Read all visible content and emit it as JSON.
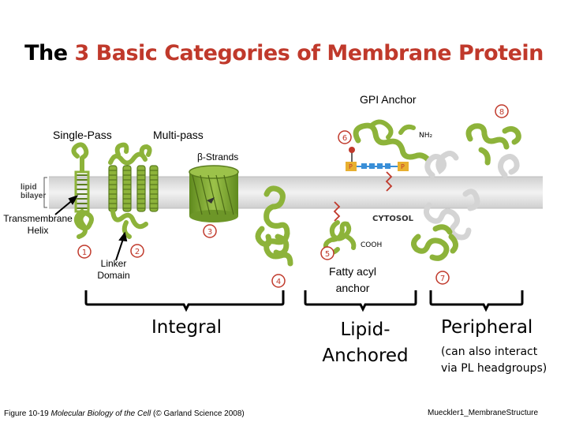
{
  "title": {
    "part1": "The",
    "part2": "3 Basic Categories of Membrane Protein"
  },
  "labels": {
    "gpi_anchor": "GPI Anchor",
    "single_pass": "Single-Pass",
    "multi_pass": "Multi-pass",
    "beta_strands": "β-Strands",
    "lipid_bilayer": "lipid bilayer",
    "transmembrane_line1": "Transmembrane",
    "transmembrane_line2": "Helix",
    "linker_line1": "Linker",
    "linker_line2": "Domain",
    "fatty_line1": "Fatty acyl",
    "fatty_line2": "anchor",
    "cytosol": "CYTOSOL",
    "nh2": "NH₂",
    "cooh": "COOH",
    "p_left": "P",
    "p_right": "P"
  },
  "numbers": [
    "1",
    "2",
    "3",
    "4",
    "5",
    "6",
    "7",
    "8"
  ],
  "categories": {
    "integral": "Integral",
    "lipid_line1": "Lipid-",
    "lipid_line2": "Anchored",
    "peripheral": "Peripheral",
    "peripheral_note1": "(can also interact",
    "peripheral_note2": "via PL headgroups)"
  },
  "footer": {
    "citation_prefix": "Figure 10-19 ",
    "citation_book": "Molecular Biology of the Cell",
    "citation_suffix": " (© Garland Science 2008)",
    "credit": "Mueckler1_MembraneStructure"
  },
  "colors": {
    "title_red": "#c0392b",
    "protein_green": "#8db33a",
    "protein_dark": "#5a7d1e",
    "peripheral_gray": "#d4d4d4",
    "bilayer": "#e0e0e0",
    "number_circle": "#c0392b",
    "gpi_blue": "#3a8fd8",
    "gpi_yellow": "#e8b030"
  }
}
